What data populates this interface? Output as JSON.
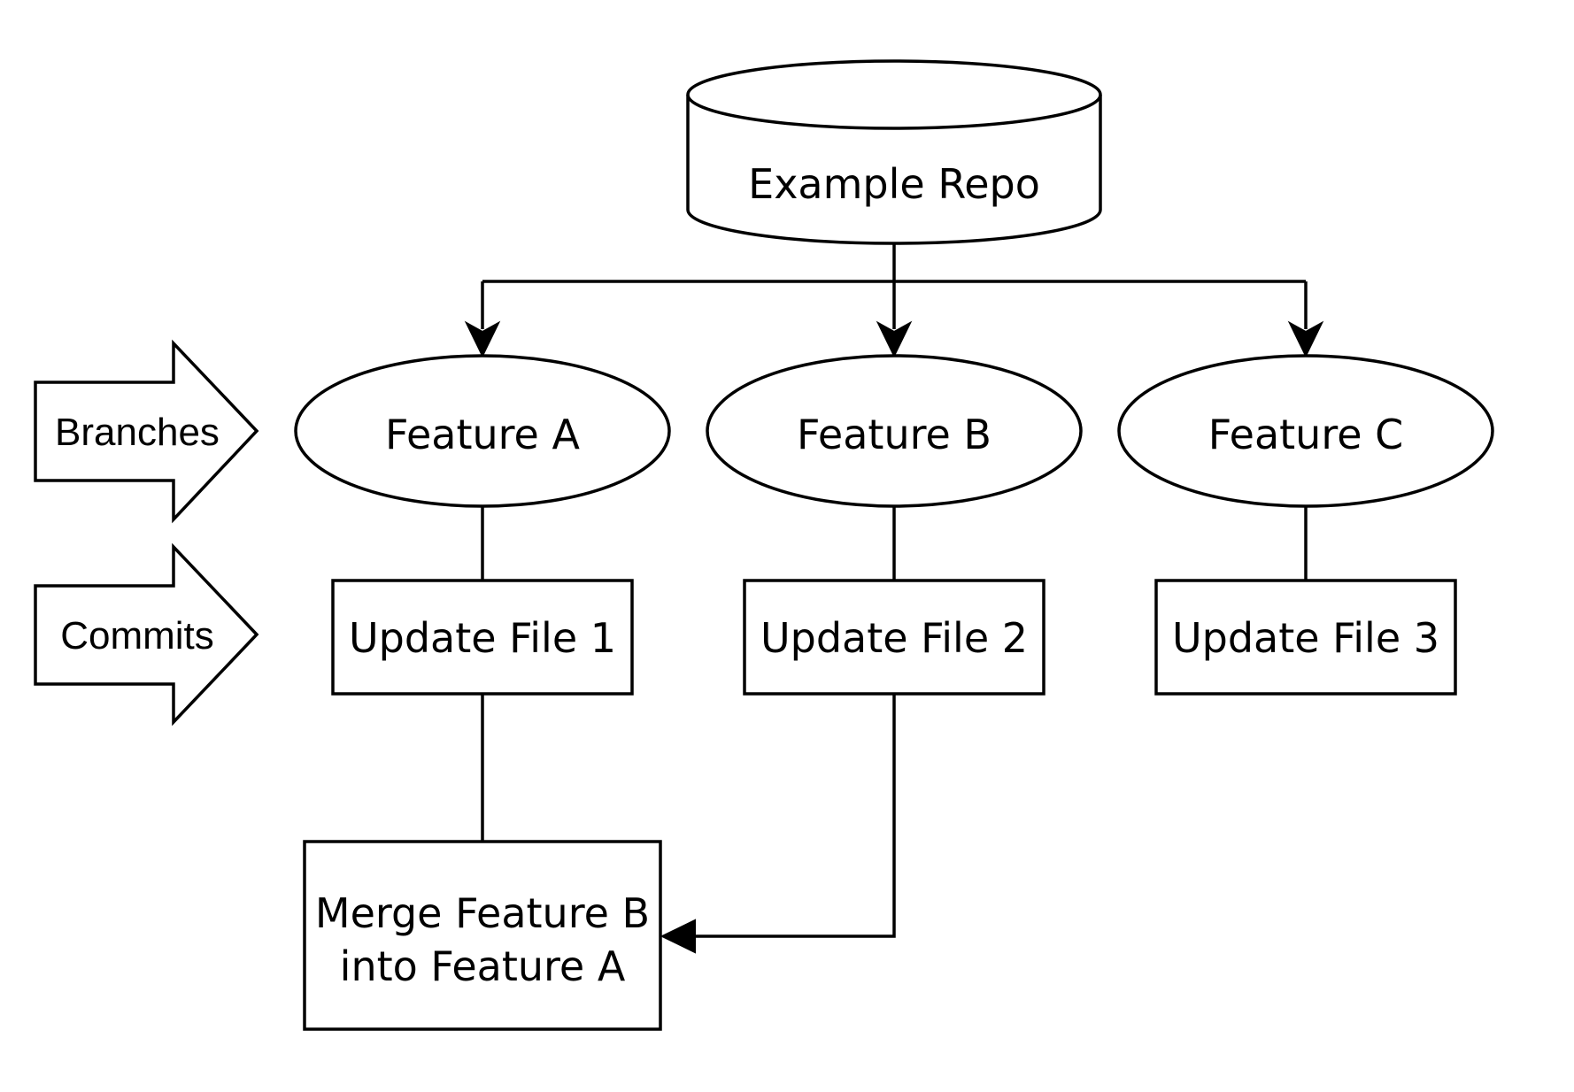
{
  "diagram": {
    "repo": {
      "label": "Example Repo"
    },
    "row_labels": {
      "branches": "Branches",
      "commits": "Commits"
    },
    "branches": [
      {
        "label": "Feature A"
      },
      {
        "label": "Feature B"
      },
      {
        "label": "Feature C"
      }
    ],
    "commits": [
      {
        "label": "Update File 1"
      },
      {
        "label": "Update File 2"
      },
      {
        "label": "Update File 3"
      }
    ],
    "merge": {
      "line1": "Merge Feature B",
      "line2": "into Feature A"
    },
    "colors": {
      "stroke": "#000000",
      "fill": "#ffffff",
      "text": "#000000"
    }
  }
}
